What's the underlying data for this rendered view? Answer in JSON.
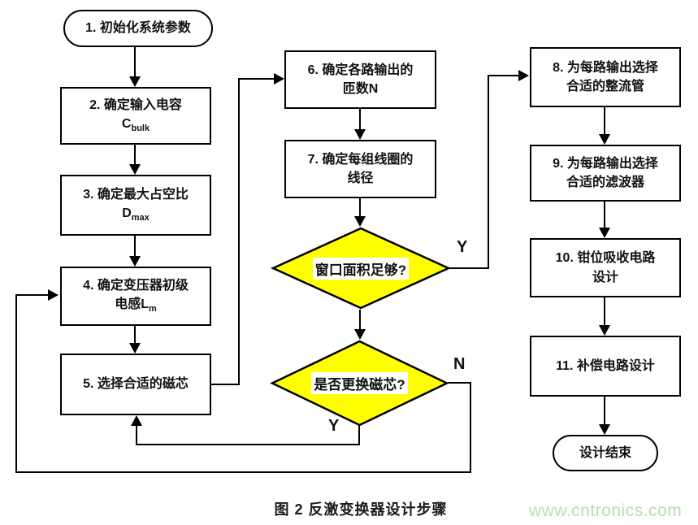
{
  "flowchart": {
    "nodes": {
      "start": {
        "label": "1. 初始化系统参数"
      },
      "step2": {
        "line1": "2. 确定输入电容",
        "formula_base": "C",
        "formula_sub": "bulk"
      },
      "step3": {
        "line1": "3. 确定最大占空比",
        "formula_base": "D",
        "formula_sub": "max"
      },
      "step4": {
        "line1": "4. 确定变压器初级",
        "formula_base": "电感L",
        "formula_sub": "m"
      },
      "step5": {
        "label": "5. 选择合适的磁芯"
      },
      "step6": {
        "line1": "6. 确定各路输出的",
        "line2": "匝数N"
      },
      "step7": {
        "line1": "7. 确定每组线圈的",
        "line2": "线径"
      },
      "decision_window": {
        "label": "窗口面积足够?"
      },
      "decision_core": {
        "label": "是否更换磁芯?"
      },
      "step8": {
        "line1": "8. 为每路输出选择",
        "line2": "合适的整流管"
      },
      "step9": {
        "line1": "9. 为每路输出选择",
        "line2": "合适的滤波器"
      },
      "step10": {
        "line1": "10. 钳位吸收电路",
        "line2": "设计"
      },
      "step11": {
        "label": "11. 补偿电路设计"
      },
      "end": {
        "label": "设计结束"
      }
    },
    "edge_labels": {
      "window_yes": "Y",
      "core_no": "N",
      "core_yes": "Y"
    },
    "colors": {
      "decision_fill": "#ffff00",
      "border": "#000000",
      "line": "#000000"
    }
  },
  "caption": "图 2 反激变换器设计步骤",
  "watermark": {
    "text": "www.cntronics.com",
    "color": "#b9dcb4"
  }
}
